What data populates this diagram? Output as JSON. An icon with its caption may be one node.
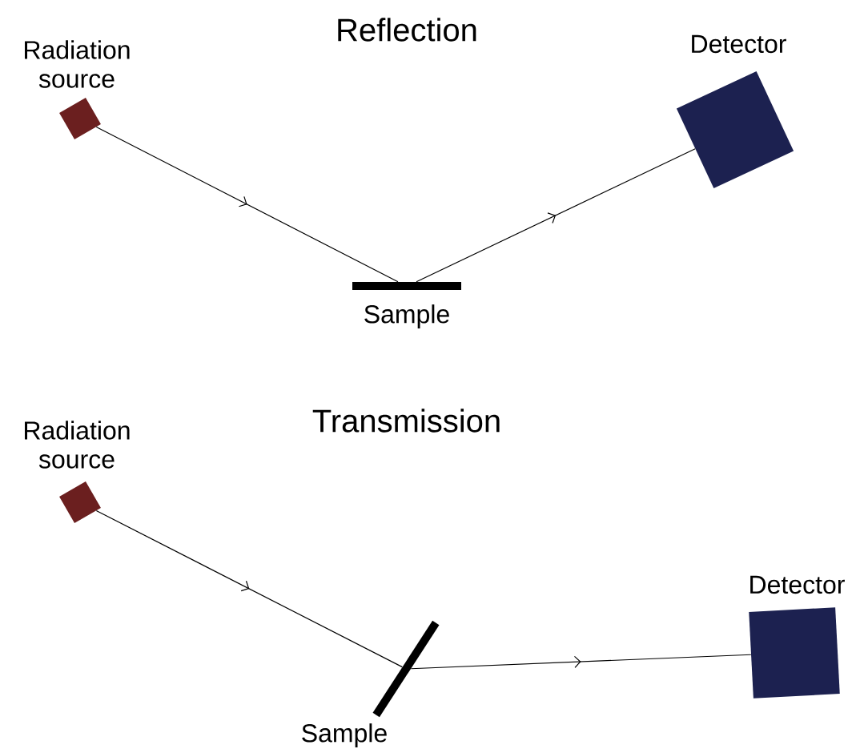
{
  "diagram": {
    "nodes": [
      {
        "text": [
          "Radiation source"
        ]
      },
      {
        "text": [
          "Sample"
        ]
      },
      {
        "text": [
          "Detector"
        ]
      },
      {
        "text": [
          "Radiation source"
        ]
      },
      {
        "text": [
          "Sample"
        ]
      },
      {
        "text": [
          "Detector"
        ]
      }
    ],
    "edges": [
      {
        "from": 0,
        "to": 1,
        "arrow": "to"
      },
      {
        "from": 1,
        "to": 2,
        "arrow": "to"
      },
      {
        "from": 3,
        "to": 4,
        "arrow": "to"
      },
      {
        "from": 4,
        "to": 5,
        "arrow": "to"
      }
    ],
    "labels": [
      "Reflection",
      "Transmission"
    ]
  }
}
